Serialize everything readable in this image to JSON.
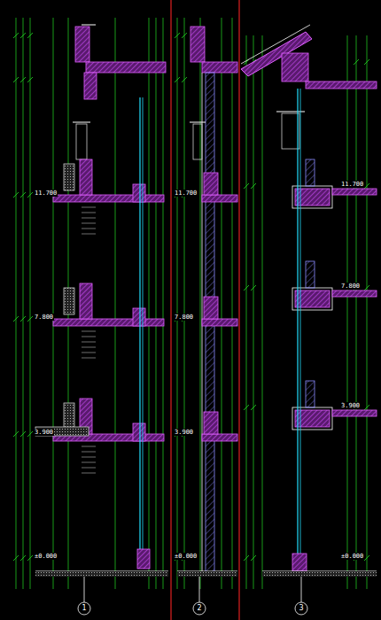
{
  "diagram": {
    "labels": [
      "±0.000",
      "3.900",
      "7.800",
      "11.700",
      "±0.000",
      "3.900",
      "7.800",
      "11.700",
      "±0.000",
      "3.900",
      "7.800",
      "11.700",
      "1",
      "2",
      "3"
    ]
  }
}
